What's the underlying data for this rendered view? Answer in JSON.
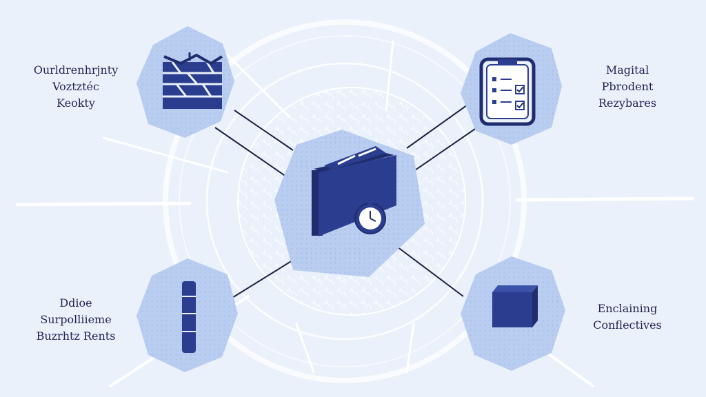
{
  "colors": {
    "background": "#eaf1fb",
    "node_fill": "#b9cdf0",
    "node_dots": "#a3bbe6",
    "icon_primary": "#2b3d8f",
    "icon_dark": "#1f2c6e",
    "connector": "#1c2143",
    "sketch": "#ffffff",
    "text": "#1f2552"
  },
  "center": {
    "icon": "folder-with-stopwatch-icon"
  },
  "nodes": [
    {
      "id": "top-left",
      "icon": "interlocked-blocks-icon",
      "label_lines": [
        "Ourldrenhrjnty",
        "Voztztéc",
        "Keokty"
      ]
    },
    {
      "id": "top-right",
      "icon": "document-checklist-icon",
      "label_lines": [
        "Magital",
        "Pbrodent",
        "Rezybares"
      ]
    },
    {
      "id": "bottom-left",
      "icon": "stacked-layers-icon",
      "label_lines": [
        "Ddioe",
        "Surpolliieme",
        "Buzrhtz Rents"
      ]
    },
    {
      "id": "bottom-right",
      "icon": "cube-icon",
      "label_lines": [
        "Enclaining",
        "Conflectives"
      ]
    }
  ]
}
